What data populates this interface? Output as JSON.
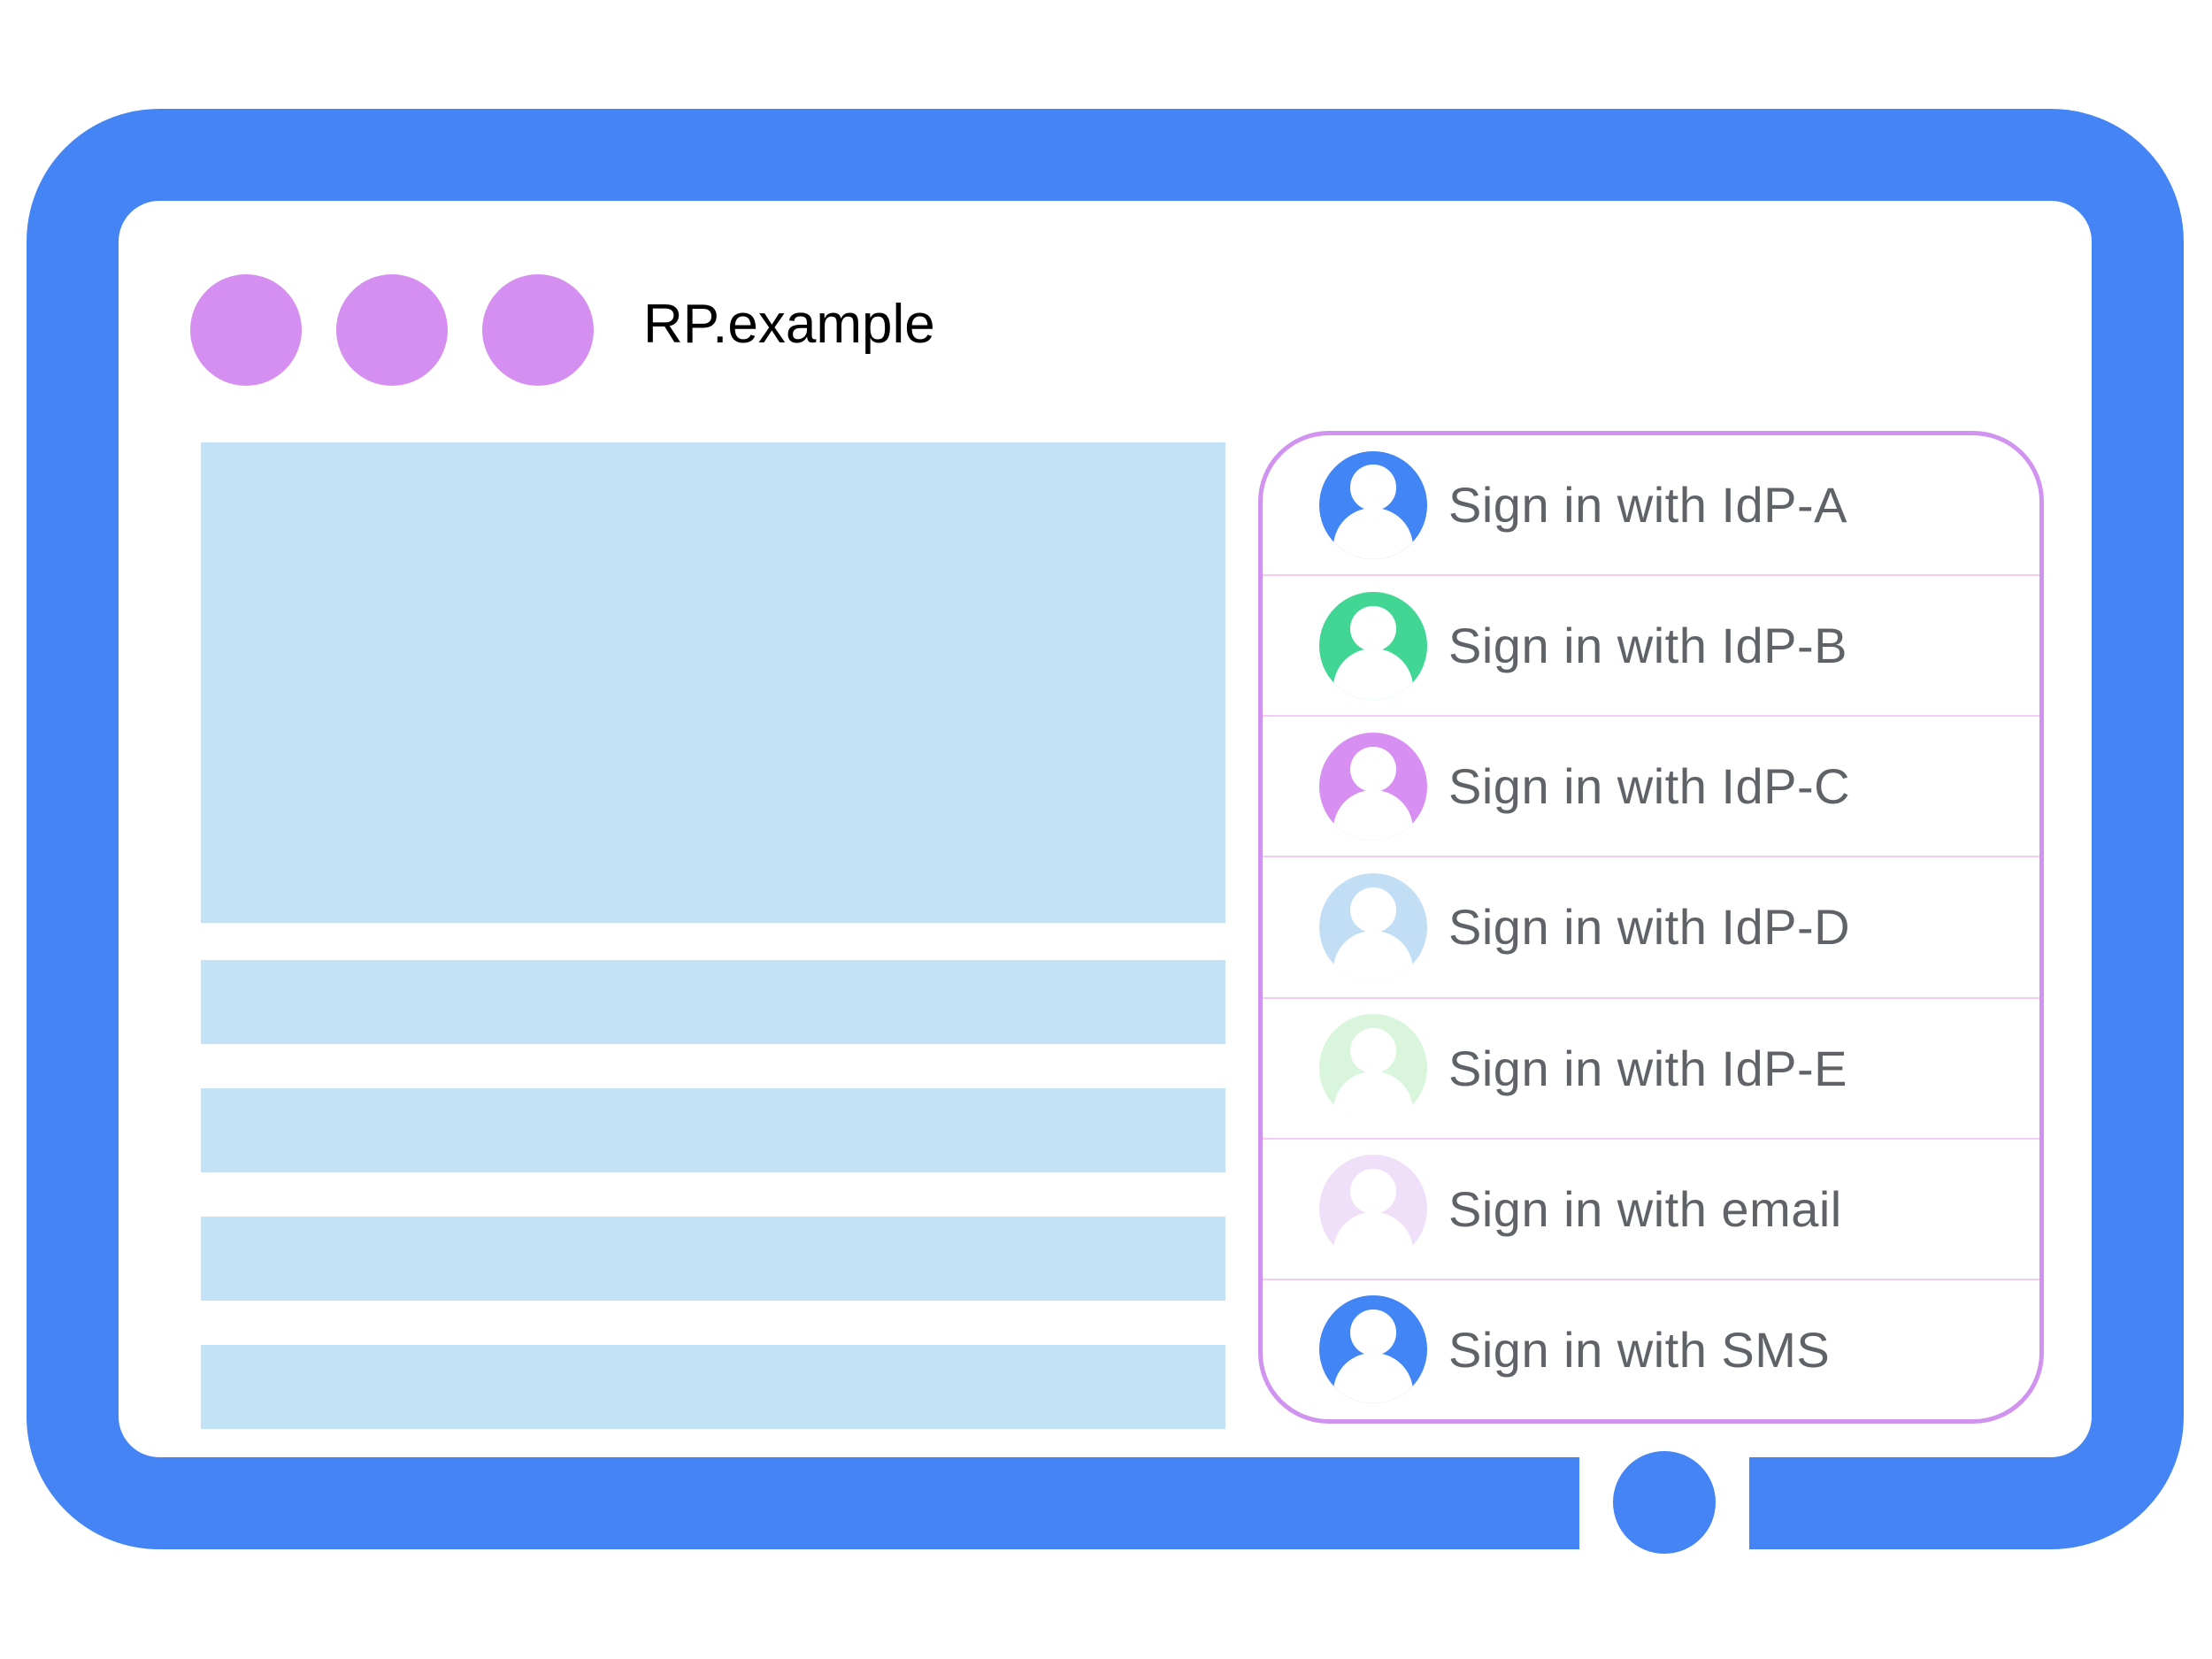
{
  "window": {
    "title": "RP.example",
    "control_dot_count": 3
  },
  "content": {
    "hero_block": "content-placeholder",
    "placeholder_bar_count": 4
  },
  "signin_panel": {
    "items": [
      {
        "id": "idp-a",
        "label": "Sign in with IdP-A",
        "avatar_color": "#4285F4"
      },
      {
        "id": "idp-b",
        "label": "Sign in with IdP-B",
        "avatar_color": "#41D693"
      },
      {
        "id": "idp-c",
        "label": "Sign in with IdP-C",
        "avatar_color": "#D88FF2"
      },
      {
        "id": "idp-d",
        "label": "Sign in with IdP-D",
        "avatar_color": "#C2DEF5"
      },
      {
        "id": "idp-e",
        "label": "Sign in with IdP-E",
        "avatar_color": "#D9F6DD"
      },
      {
        "id": "email",
        "label": "Sign in with email",
        "avatar_color": "#F0DFF8"
      },
      {
        "id": "sms",
        "label": "Sign in with SMS",
        "avatar_color": "#4285F4"
      }
    ]
  },
  "colors": {
    "frame_blue": "#4484F4",
    "pale_blue": "#C3E2F6",
    "window_dot_purple": "#D48FF0",
    "panel_border_purple": "#D093F0",
    "panel_divider_pink": "#F3CBF6",
    "label_gray": "#5F6368",
    "title_black": "#000000"
  }
}
